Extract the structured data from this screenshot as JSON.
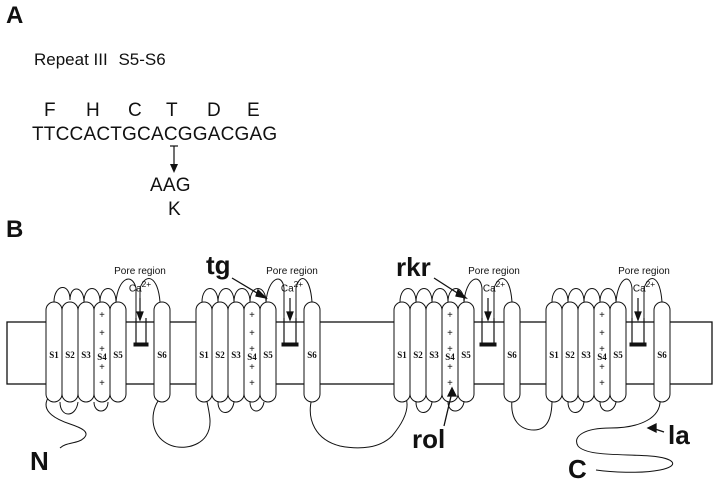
{
  "panel_a": {
    "label": "A",
    "title_repeat": "Repeat III",
    "title_segment": "S5-S6",
    "amino_acids": [
      "F",
      "H",
      "C",
      "T",
      "D",
      "E"
    ],
    "sequence": "TTCCACTGCACGGACGAG",
    "mutant_codon": "AAG",
    "mutant_aa": "K"
  },
  "panel_b": {
    "label": "B",
    "pore_text": "Pore region",
    "ca_text": "Ca",
    "ca_superscript": "2+",
    "segments": [
      "S1",
      "S2",
      "S3",
      "S4",
      "S5",
      "S6"
    ],
    "mutations": {
      "tg": "tg",
      "rkr": "rkr",
      "rol": "rol",
      "la": "la"
    },
    "termini": {
      "n": "N",
      "c": "C"
    },
    "colors": {
      "stroke": "#111111",
      "membrane": "#ffffff"
    }
  }
}
